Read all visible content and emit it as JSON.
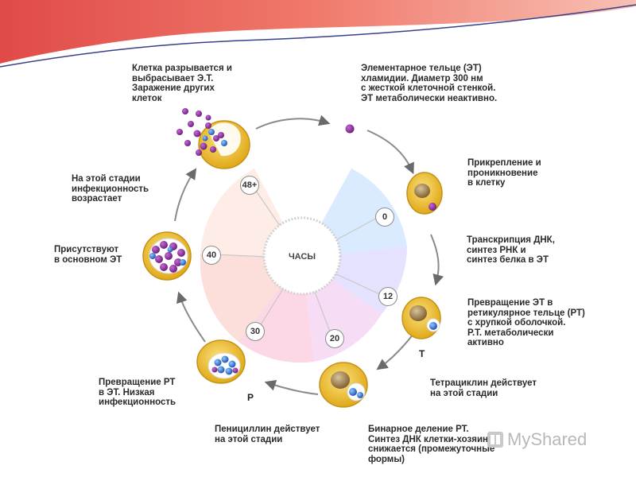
{
  "center": {
    "label": "ЧАСЫ"
  },
  "ticks": [
    "48+",
    "0",
    "12",
    "20",
    "30",
    "40"
  ],
  "letters": {
    "t": "Т",
    "p": "Р"
  },
  "labels": {
    "cell_burst": "Клетка разрывается и\nвыбрасывает Э.Т.\nЗаражение других\nклеток",
    "elementary_body": "Элементарное тельце (ЭТ)\nхламидии. Диаметр 300 нм\nс жесткой клеточной стенкой.\nЭТ метаболически неактивно.",
    "attachment": "Прикрепление и\nпроникновение\nв клетку",
    "transcription": "Транскрипция ДНК,\nсинтез РНК и\nсинтез белка в ЭТ",
    "conversion_rb": "Превращение ЭТ в\nретикулярное тельце (РТ)\nс хрупкой оболочкой.\nР.Т. метаболически\nактивно",
    "tetracycline": "Тетрациклин действует\nна этой стадии",
    "binary_fission": "Бинарное деление РТ.\nСинтез ДНК клетки-хозяина\nснижается (промежуточные\nформы)",
    "penicillin": "Пенициллин действует\nна этой стадии",
    "conversion_eb": "Превращение РТ\nв ЭТ. Низкая\nинфекционность",
    "present": "Присутствуют\nв основном ЭТ",
    "infectivity": "На этой стадии\nинфекционность\nвозрастает"
  },
  "watermark": "MyShared",
  "colors": {
    "header_red": "#e8605a",
    "header_pink": "#f6b4a8",
    "cell_yellow": "#f2c531",
    "nucleus_brown": "#8a6a3a",
    "eb_purple": "#8a2a9a",
    "rb_blue": "#2b6fd0"
  }
}
